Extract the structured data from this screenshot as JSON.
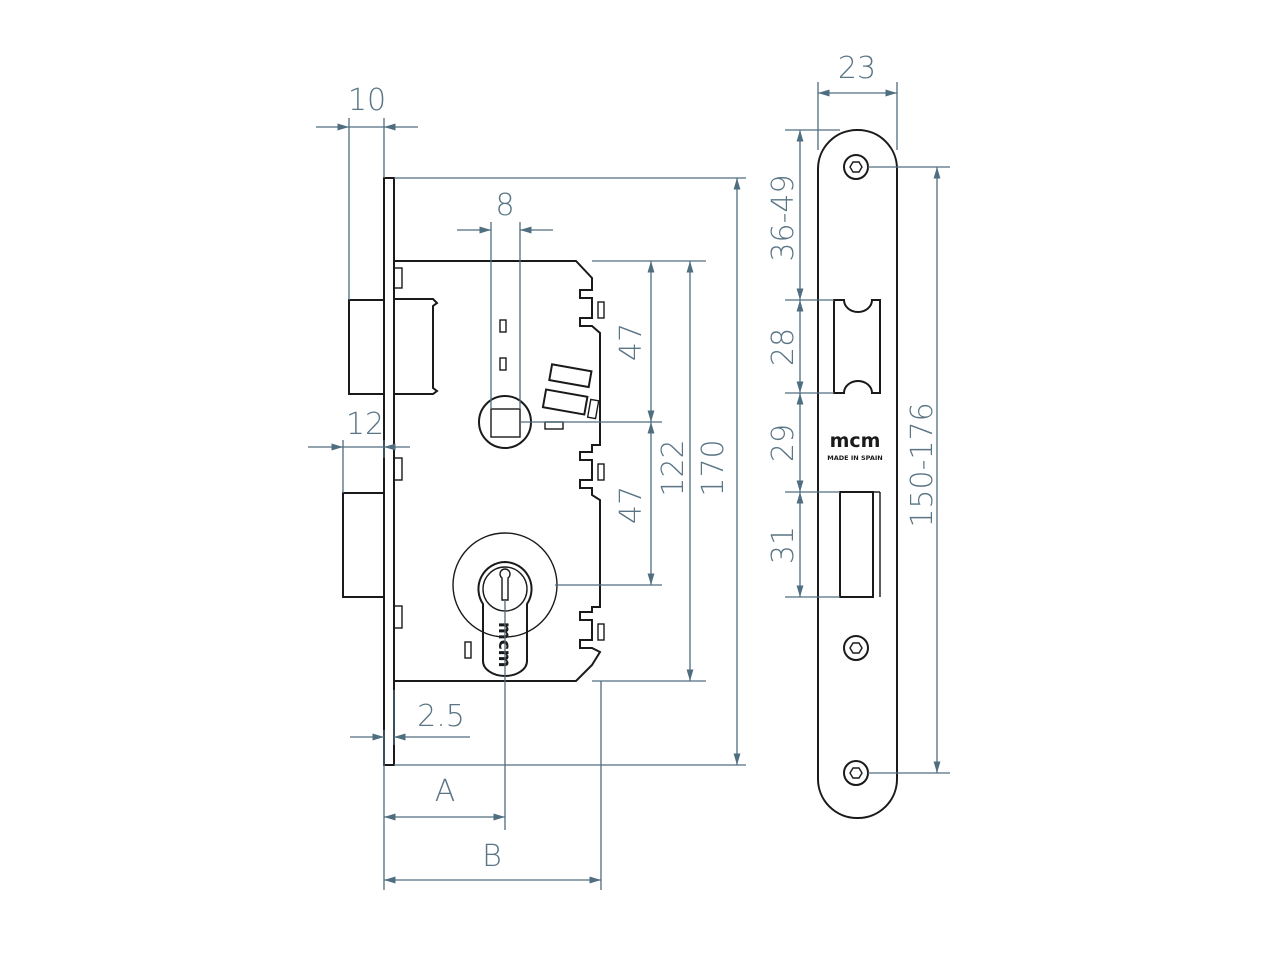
{
  "dimensions": {
    "d10": "10",
    "d8": "8",
    "d12": "12",
    "d2_5": "2.5",
    "dA": "A",
    "dB": "B",
    "d47_upper": "47",
    "d47_lower": "47",
    "d122": "122",
    "d170": "170",
    "d23": "23",
    "d36_49": "36-49",
    "d28": "28",
    "d29": "29",
    "d31": "31",
    "d150_176": "150-176"
  },
  "branding": {
    "logo": "mcm",
    "made_in": "MADE IN SPAIN",
    "cylinder_logo": "mcm"
  },
  "colors": {
    "dimension": "#4f6e80",
    "outline": "#1a1a1a"
  }
}
